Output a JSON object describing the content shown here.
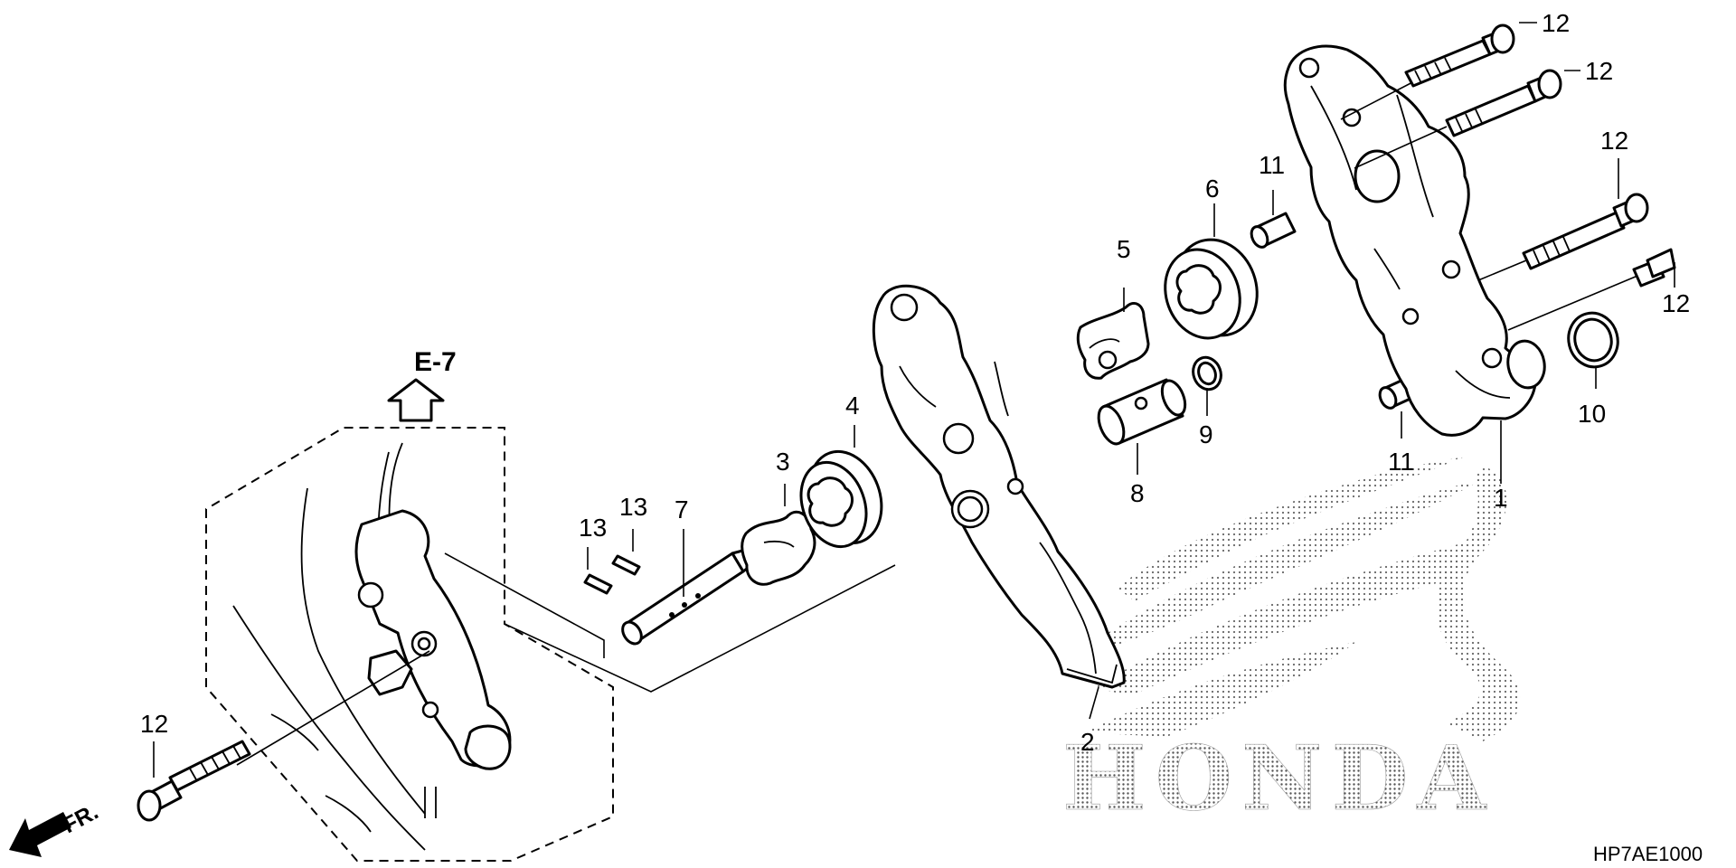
{
  "diagram": {
    "figure_code": "HP7AE1000",
    "reference": {
      "label": "E-7"
    },
    "direction": {
      "label": "FR."
    },
    "watermark": {
      "text": "HONDA"
    },
    "callouts": [
      {
        "id": "c1",
        "text": "1"
      },
      {
        "id": "c2",
        "text": "2"
      },
      {
        "id": "c3",
        "text": "3"
      },
      {
        "id": "c4",
        "text": "4"
      },
      {
        "id": "c5",
        "text": "5"
      },
      {
        "id": "c6",
        "text": "6"
      },
      {
        "id": "c7",
        "text": "7"
      },
      {
        "id": "c8",
        "text": "8"
      },
      {
        "id": "c9",
        "text": "9"
      },
      {
        "id": "c10",
        "text": "10"
      },
      {
        "id": "c11a",
        "text": "11"
      },
      {
        "id": "c11b",
        "text": "11"
      },
      {
        "id": "c12a",
        "text": "12"
      },
      {
        "id": "c12b",
        "text": "12"
      },
      {
        "id": "c12c",
        "text": "12"
      },
      {
        "id": "c12d",
        "text": "12"
      },
      {
        "id": "c12e",
        "text": "12"
      },
      {
        "id": "c13a",
        "text": "13"
      },
      {
        "id": "c13b",
        "text": "13"
      }
    ]
  }
}
